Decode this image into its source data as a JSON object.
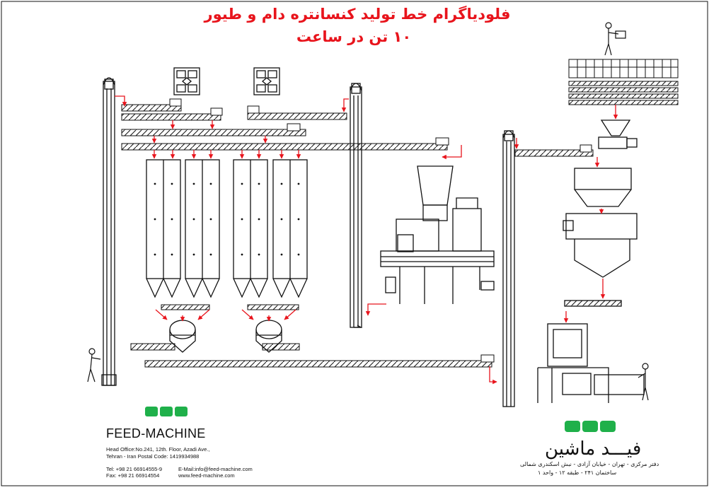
{
  "title": {
    "line1": "فلودیاگرام خط تولید کنسانتره دام و طیور",
    "line2": "۱۰ تن در ساعت"
  },
  "company_en": {
    "name": "FEED-MACHINE",
    "address_line1": "Head Office:No.241, 12th. Floor, Azadi Ave.,",
    "address_line2": "Tehran - Iran Postal Code: 1419934988",
    "tel": "Tel:  +98 21 66914555-9",
    "fax": "Fax: +98 21 66914554",
    "email": "E-Mail:info@feed-machine.com",
    "web": "www.feed-machine.com"
  },
  "company_fa": {
    "name": "فیـــد ماشین",
    "address_line1": "دفتر مرکزی - تهران - خیابان آزادی - نبش اسکندری شمالی",
    "address_line2": "ساختمان ۲۴۱ - طبقه ۱۲ - واحد ۱"
  },
  "colors": {
    "title": "#e8141c",
    "arrows": "#e8141c",
    "logo_green": "#1fb04a",
    "lines": "#111111"
  }
}
